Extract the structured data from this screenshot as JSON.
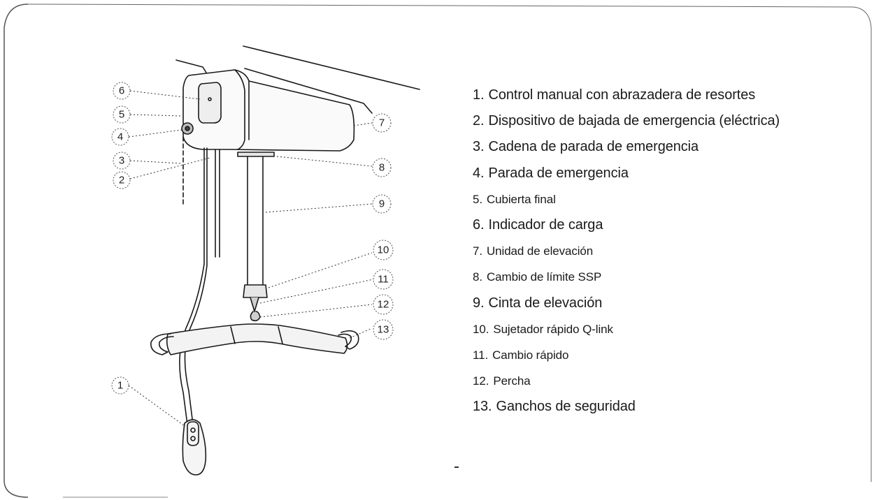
{
  "callouts": [
    "1",
    "2",
    "3",
    "4",
    "5",
    "6",
    "7",
    "8",
    "9",
    "10",
    "11",
    "12",
    "13"
  ],
  "legend": [
    {
      "num": "1.",
      "text": "Control manual con abrazadera de resortes"
    },
    {
      "num": "2.",
      "text": "Dispositivo de bajada de emergencia (eléctrica)"
    },
    {
      "num": "3.",
      "text": "Cadena de parada de emergencia"
    },
    {
      "num": "4.",
      "text": "Parada de emergencia"
    },
    {
      "num": "5.",
      "text": "Cubierta final"
    },
    {
      "num": "6.",
      "text": "Indicador de carga"
    },
    {
      "num": "7.",
      "text": "Unidad de elevación"
    },
    {
      "num": "8.",
      "text": "Cambio de límite SSP"
    },
    {
      "num": "9.",
      "text": "Cinta de elevación"
    },
    {
      "num": "10.",
      "text": "Sujetador rápido Q-link"
    },
    {
      "num": "11.",
      "text": "Cambio rápido"
    },
    {
      "num": "12.",
      "text": "Percha"
    },
    {
      "num": "13.",
      "text": "Ganchos de seguridad"
    }
  ],
  "colors": {
    "ink": "#1a1a1a",
    "paper": "#ffffff",
    "shade": "#e6e6e6"
  }
}
